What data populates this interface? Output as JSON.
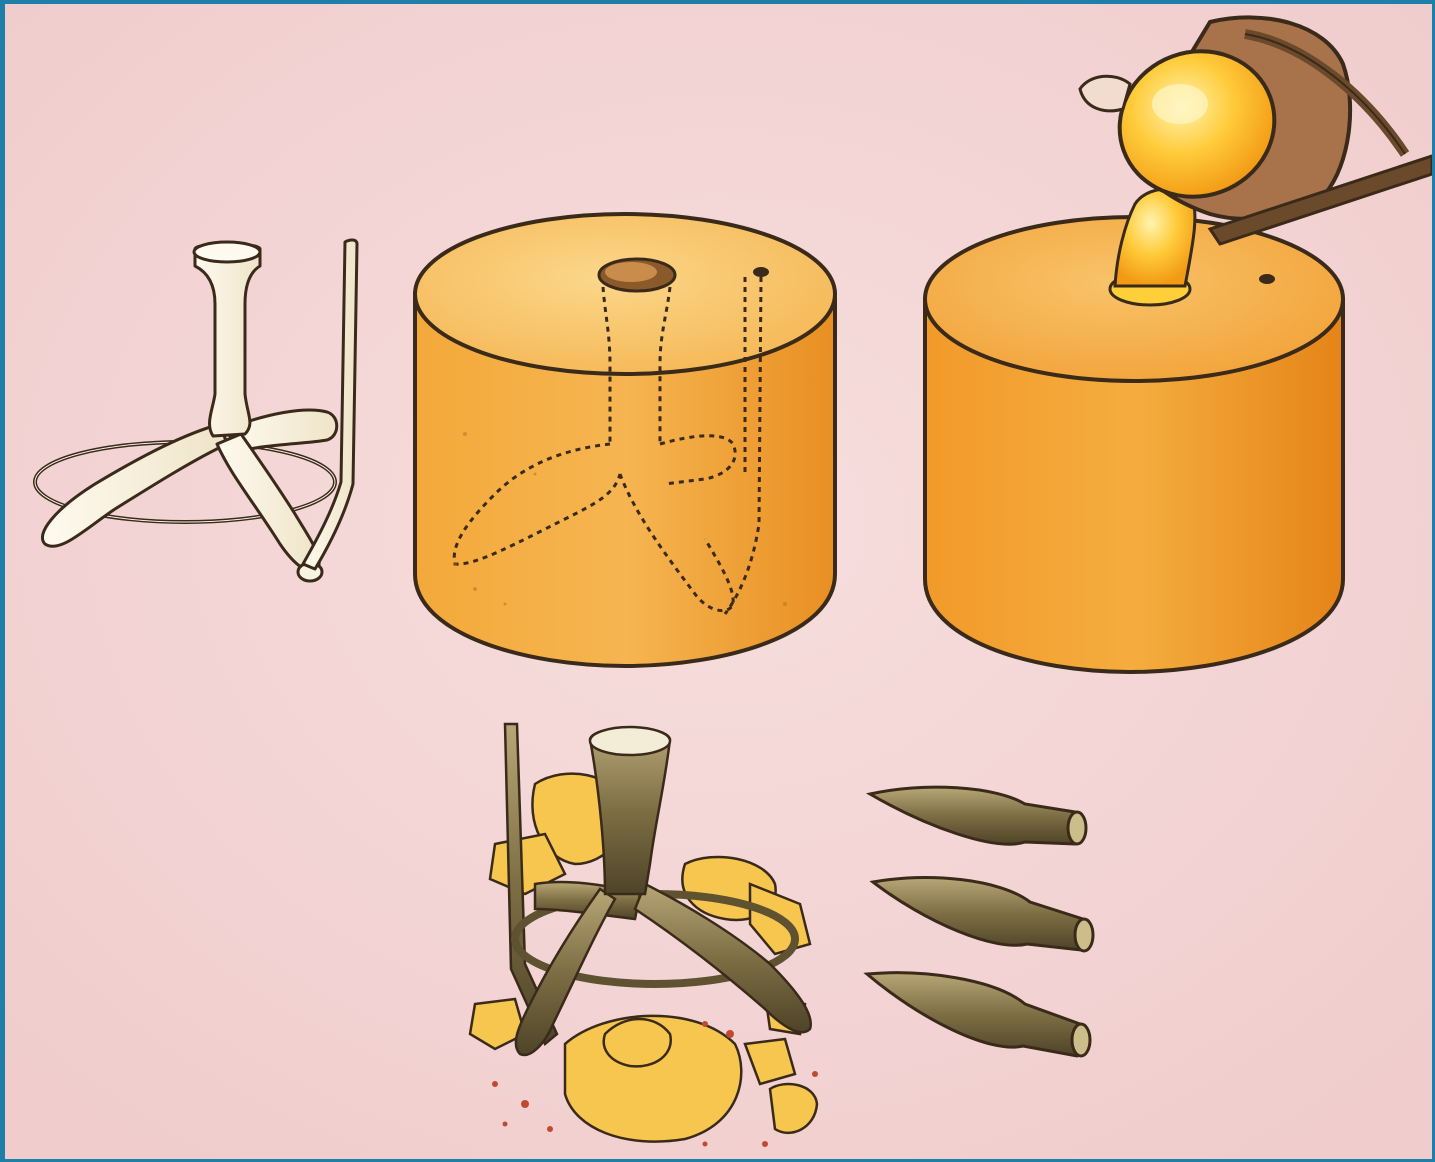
{
  "illustration": {
    "panels": [
      {
        "name": "wax-model"
      },
      {
        "name": "clay-mold-with-hidden-model"
      },
      {
        "name": "pouring-molten-metal"
      },
      {
        "name": "broken-mold-with-casting"
      },
      {
        "name": "finished-spearheads"
      }
    ],
    "spearhead_count": 3,
    "colors": {
      "background": "#f4d4d4",
      "frame": "#1f7fa8",
      "wax": "#f8f2e4",
      "mold_top": "#f4b04a",
      "mold_side": "#f0a030",
      "molten_metal": "#ffcf3a",
      "bronze": "#8a7a4a",
      "outline": "#3a2a1a"
    }
  }
}
